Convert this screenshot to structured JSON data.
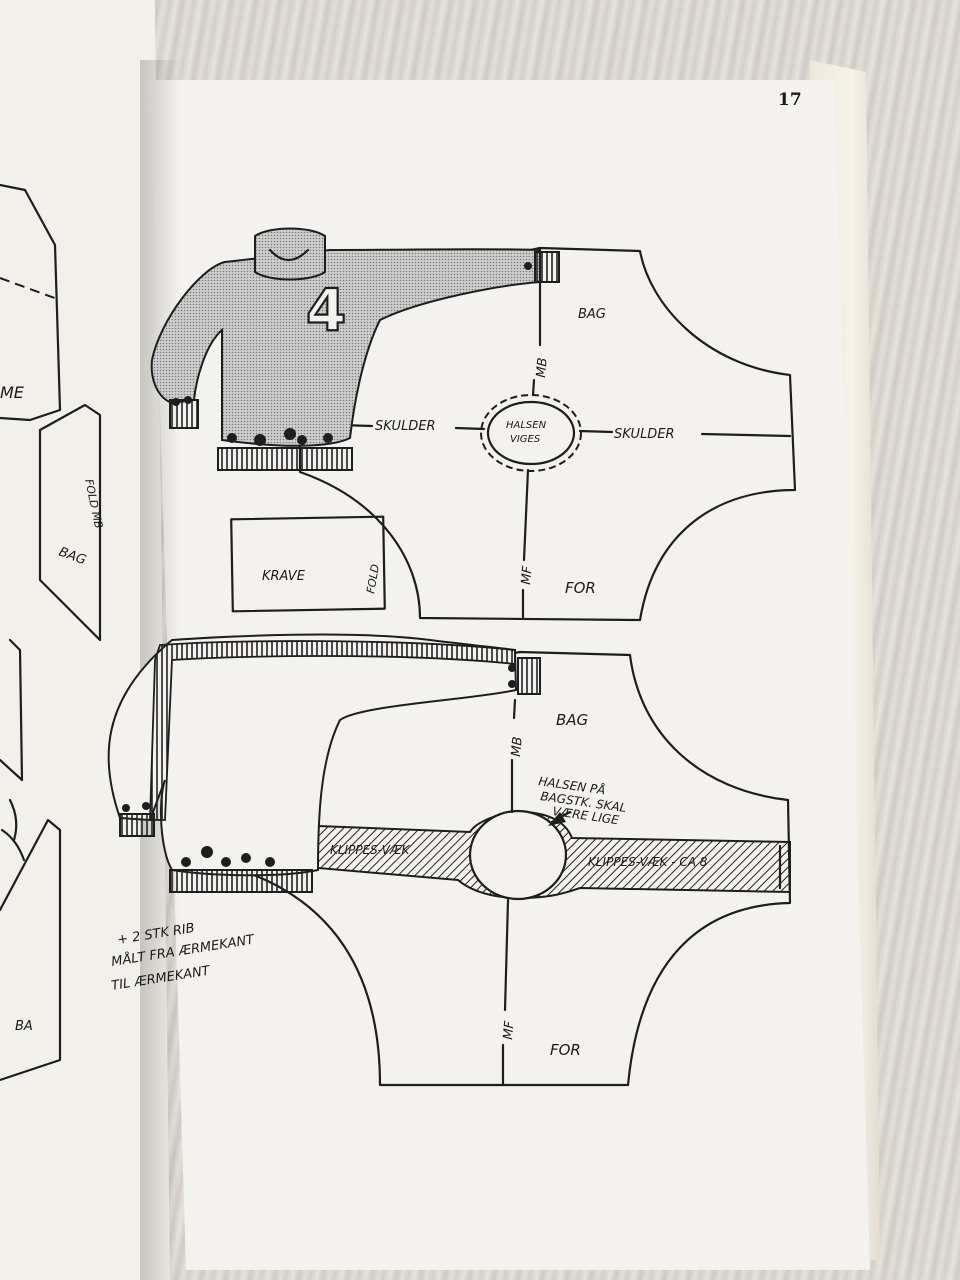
{
  "page": {
    "number": "17"
  },
  "top_pattern": {
    "label_back": "BAG",
    "label_front": "FOR",
    "center_back": "MB",
    "center_front": "MF",
    "shoulder_left": "SKULDER",
    "shoulder_right": "SKULDER",
    "neck_line1": "HALSEN",
    "neck_line2": "VIGES",
    "collar": "KRAVE",
    "fold": "FOLD",
    "sweater_number": "4"
  },
  "bottom_pattern": {
    "label_back": "BAG",
    "label_front": "FOR",
    "center_back": "MB",
    "center_front": "MF",
    "neck_note": [
      "HALSEN PÅ",
      "BAGSTK. SKAL",
      "VÆRE LIGE"
    ],
    "cut_left": "KLIPPES-VÆK",
    "cut_right": "KLIPPES-VÆK - CA 8",
    "rib_note": [
      "+ 2 STK RIB",
      "MÅLT FRA ÆRMEKANT",
      "TIL ÆRMEKANT"
    ]
  },
  "left_page": {
    "fragment_me": "ME",
    "fragment_bag": "BAG",
    "fragment_fold": "FOLD MB",
    "fragment_ba": "BA"
  }
}
